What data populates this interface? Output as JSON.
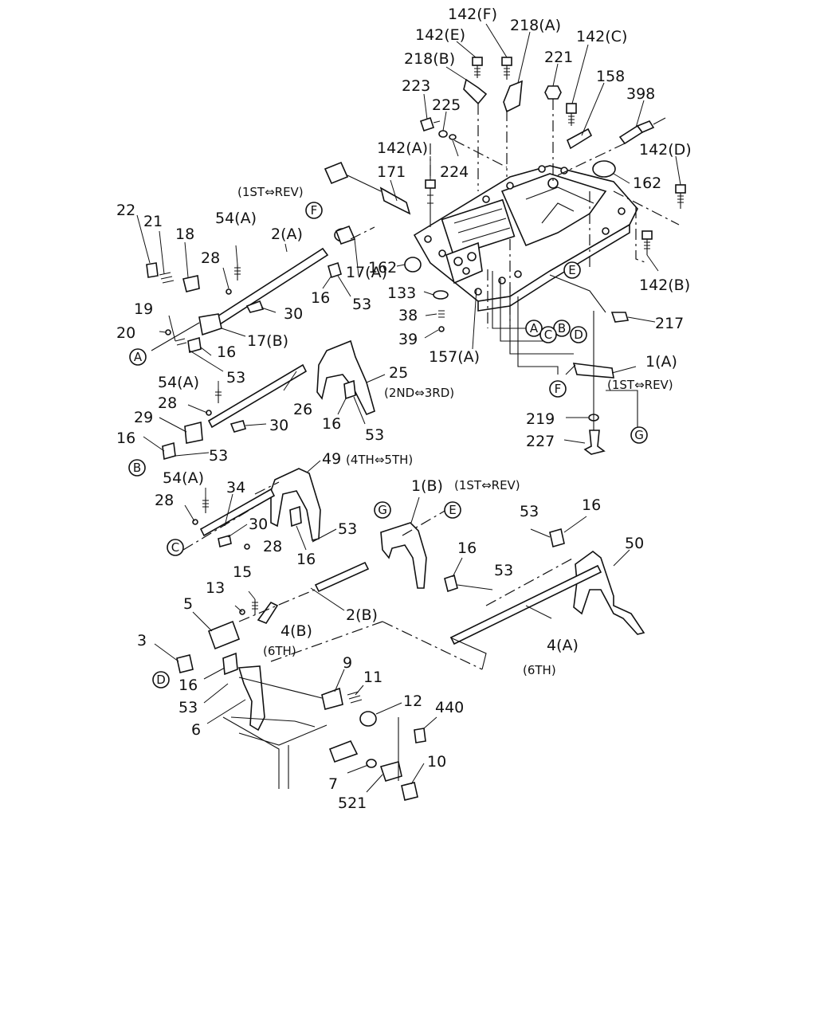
{
  "labels": {
    "l142F": "142(F)",
    "l218A": "218(A)",
    "l142E": "142(E)",
    "l218B": "218(B)",
    "l221": "221",
    "l142C": "142(C)",
    "l158": "158",
    "l398": "398",
    "l223": "223",
    "l225": "225",
    "l224": "224",
    "l142A": "142(A)",
    "l171": "171",
    "l142D": "142(D)",
    "l162a": "162",
    "l162b": "162",
    "l142B": "142(B)",
    "l133": "133",
    "l38": "38",
    "l39": "39",
    "l157A": "157(A)",
    "l217": "217",
    "l1A": "1(A)",
    "l1stRevA": "(1ST⇔REV)",
    "l1stRevTop": "(1ST⇔REV)",
    "l219": "219",
    "l227": "227",
    "l22": "22",
    "l21": "21",
    "l18": "18",
    "l54A1": "54(A)",
    "l2A": "2(A)",
    "l28a": "28",
    "l17A": "17(A)",
    "l16a": "16",
    "l53a": "53",
    "l30a": "30",
    "l19": "19",
    "l20": "20",
    "l17B": "17(B)",
    "l16b": "16",
    "l53b": "53",
    "l54A2": "54(A)",
    "l28b": "28",
    "l26": "26",
    "l25": "25",
    "l2nd3rd": "(2ND⇔3RD)",
    "l30b": "30",
    "l16c": "16",
    "l53c": "53",
    "l29": "29",
    "l16d": "16",
    "l53d": "53",
    "l49": "49",
    "l4th5th": "(4TH⇔5TH)",
    "l54A3": "54(A)",
    "l34": "34",
    "l28c": "28",
    "l30c": "30",
    "l28d": "28",
    "l53e": "53",
    "l16e": "16",
    "l1B": "1(B)",
    "l1stRevB": "(1ST⇔REV)",
    "l53f": "53",
    "l16f": "16",
    "l50": "50",
    "l16g": "16",
    "l53g": "53",
    "l15": "15",
    "l13": "13",
    "l5": "5",
    "l4B": "4(B)",
    "l6thB": "(6TH)",
    "l2B": "2(B)",
    "l4A": "4(A)",
    "l6thA": "(6TH)",
    "l3": "3",
    "l16h": "16",
    "l53h": "53",
    "l6": "6",
    "l9": "9",
    "l11": "11",
    "l12": "12",
    "l440": "440",
    "l7": "7",
    "l521": "521",
    "l10": "10"
  },
  "circles": {
    "cA1": "A",
    "cB1": "B",
    "cC1": "C",
    "cD1": "D",
    "cE1": "E",
    "cF1": "F",
    "cG1": "G",
    "cA2": "A",
    "cB2": "B",
    "cC2": "C",
    "cD2": "D",
    "cE2": "E",
    "cF2": "F",
    "cG2": "G"
  }
}
